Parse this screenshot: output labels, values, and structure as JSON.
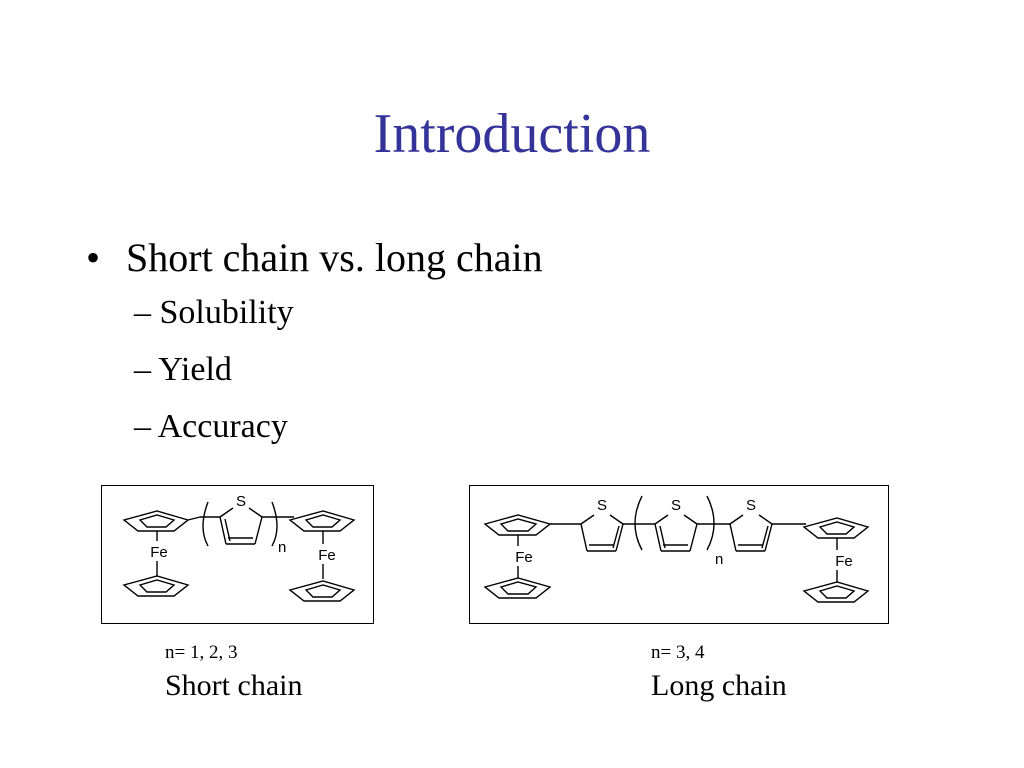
{
  "slide": {
    "title": "Introduction",
    "bullet": "Short chain vs. long chain",
    "bullet_marker": "•",
    "sub_marker": "–",
    "subitems": [
      "Solubility",
      "Yield",
      "Accuracy"
    ]
  },
  "figures": {
    "short": {
      "n_values": "n= 1, 2, 3",
      "label": "Short chain",
      "repeat_label": "n",
      "atoms": {
        "s": "S",
        "fe_left": "Fe",
        "fe_right": "Fe"
      }
    },
    "long": {
      "n_values": "n= 3, 4",
      "label": "Long chain",
      "repeat_label": "n",
      "atoms": {
        "s1": "S",
        "s2": "S",
        "s3": "S",
        "fe_left": "Fe",
        "fe_right": "Fe"
      }
    }
  },
  "colors": {
    "title": "#333399",
    "text": "#000000",
    "background": "#ffffff"
  }
}
